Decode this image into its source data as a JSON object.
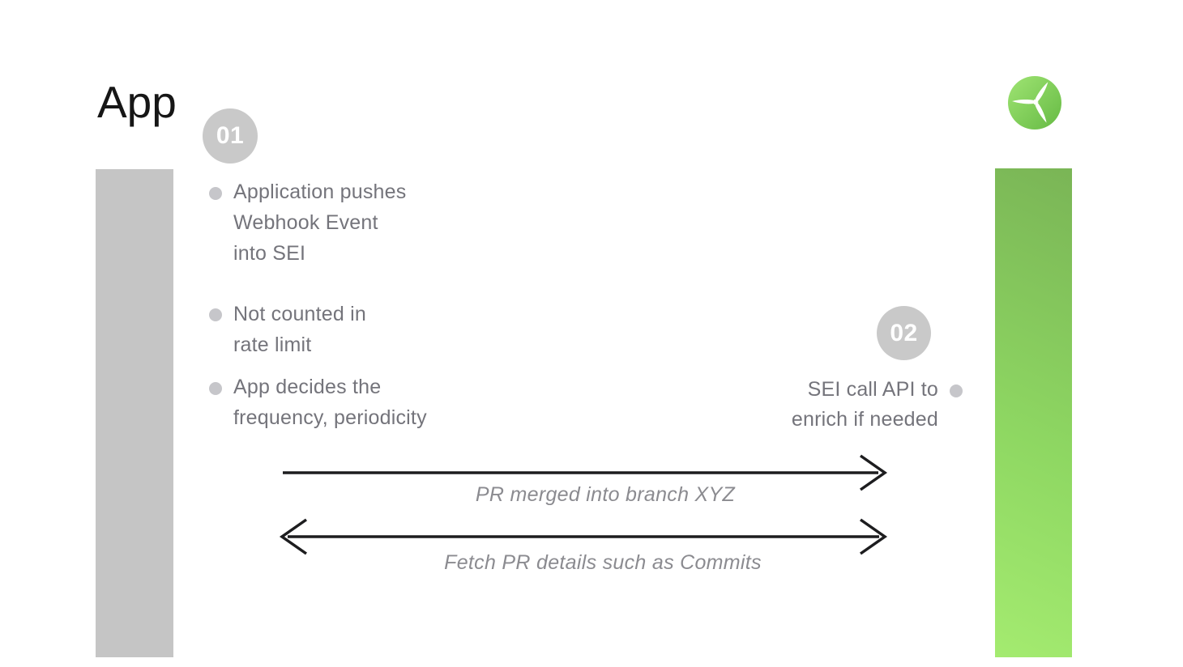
{
  "title": "App",
  "badges": {
    "step1": "01",
    "step2": "02"
  },
  "left_list": {
    "items": [
      {
        "lines": [
          "Application pushes",
          "Webhook Event",
          "into SEI"
        ]
      },
      {
        "lines": [
          "Not counted in",
          "rate limit"
        ]
      },
      {
        "lines": [
          "App decides the",
          "frequency, periodicity"
        ]
      }
    ]
  },
  "right_list": {
    "items": [
      {
        "lines": [
          "SEI call API to",
          "enrich if needed"
        ]
      }
    ]
  },
  "arrows": [
    {
      "label": "PR merged into branch XYZ",
      "direction": "right"
    },
    {
      "label": "Fetch PR details such as Commits",
      "direction": "both"
    }
  ],
  "colors": {
    "left_bar": "#c5c5c5",
    "right_bar_gradient_top": "#7ab556",
    "right_bar_gradient_bottom": "#a4eb70",
    "logo_gradient_light": "#9fe473",
    "logo_gradient_dark": "#66ba44",
    "badge_bg": "#c9c9c9",
    "note_text": "#74747b",
    "bullet_dot": "#c6c6ca",
    "arrow_stroke": "#1d1d1f",
    "arrow_label": "#8b8b90",
    "title_text": "#161616"
  }
}
